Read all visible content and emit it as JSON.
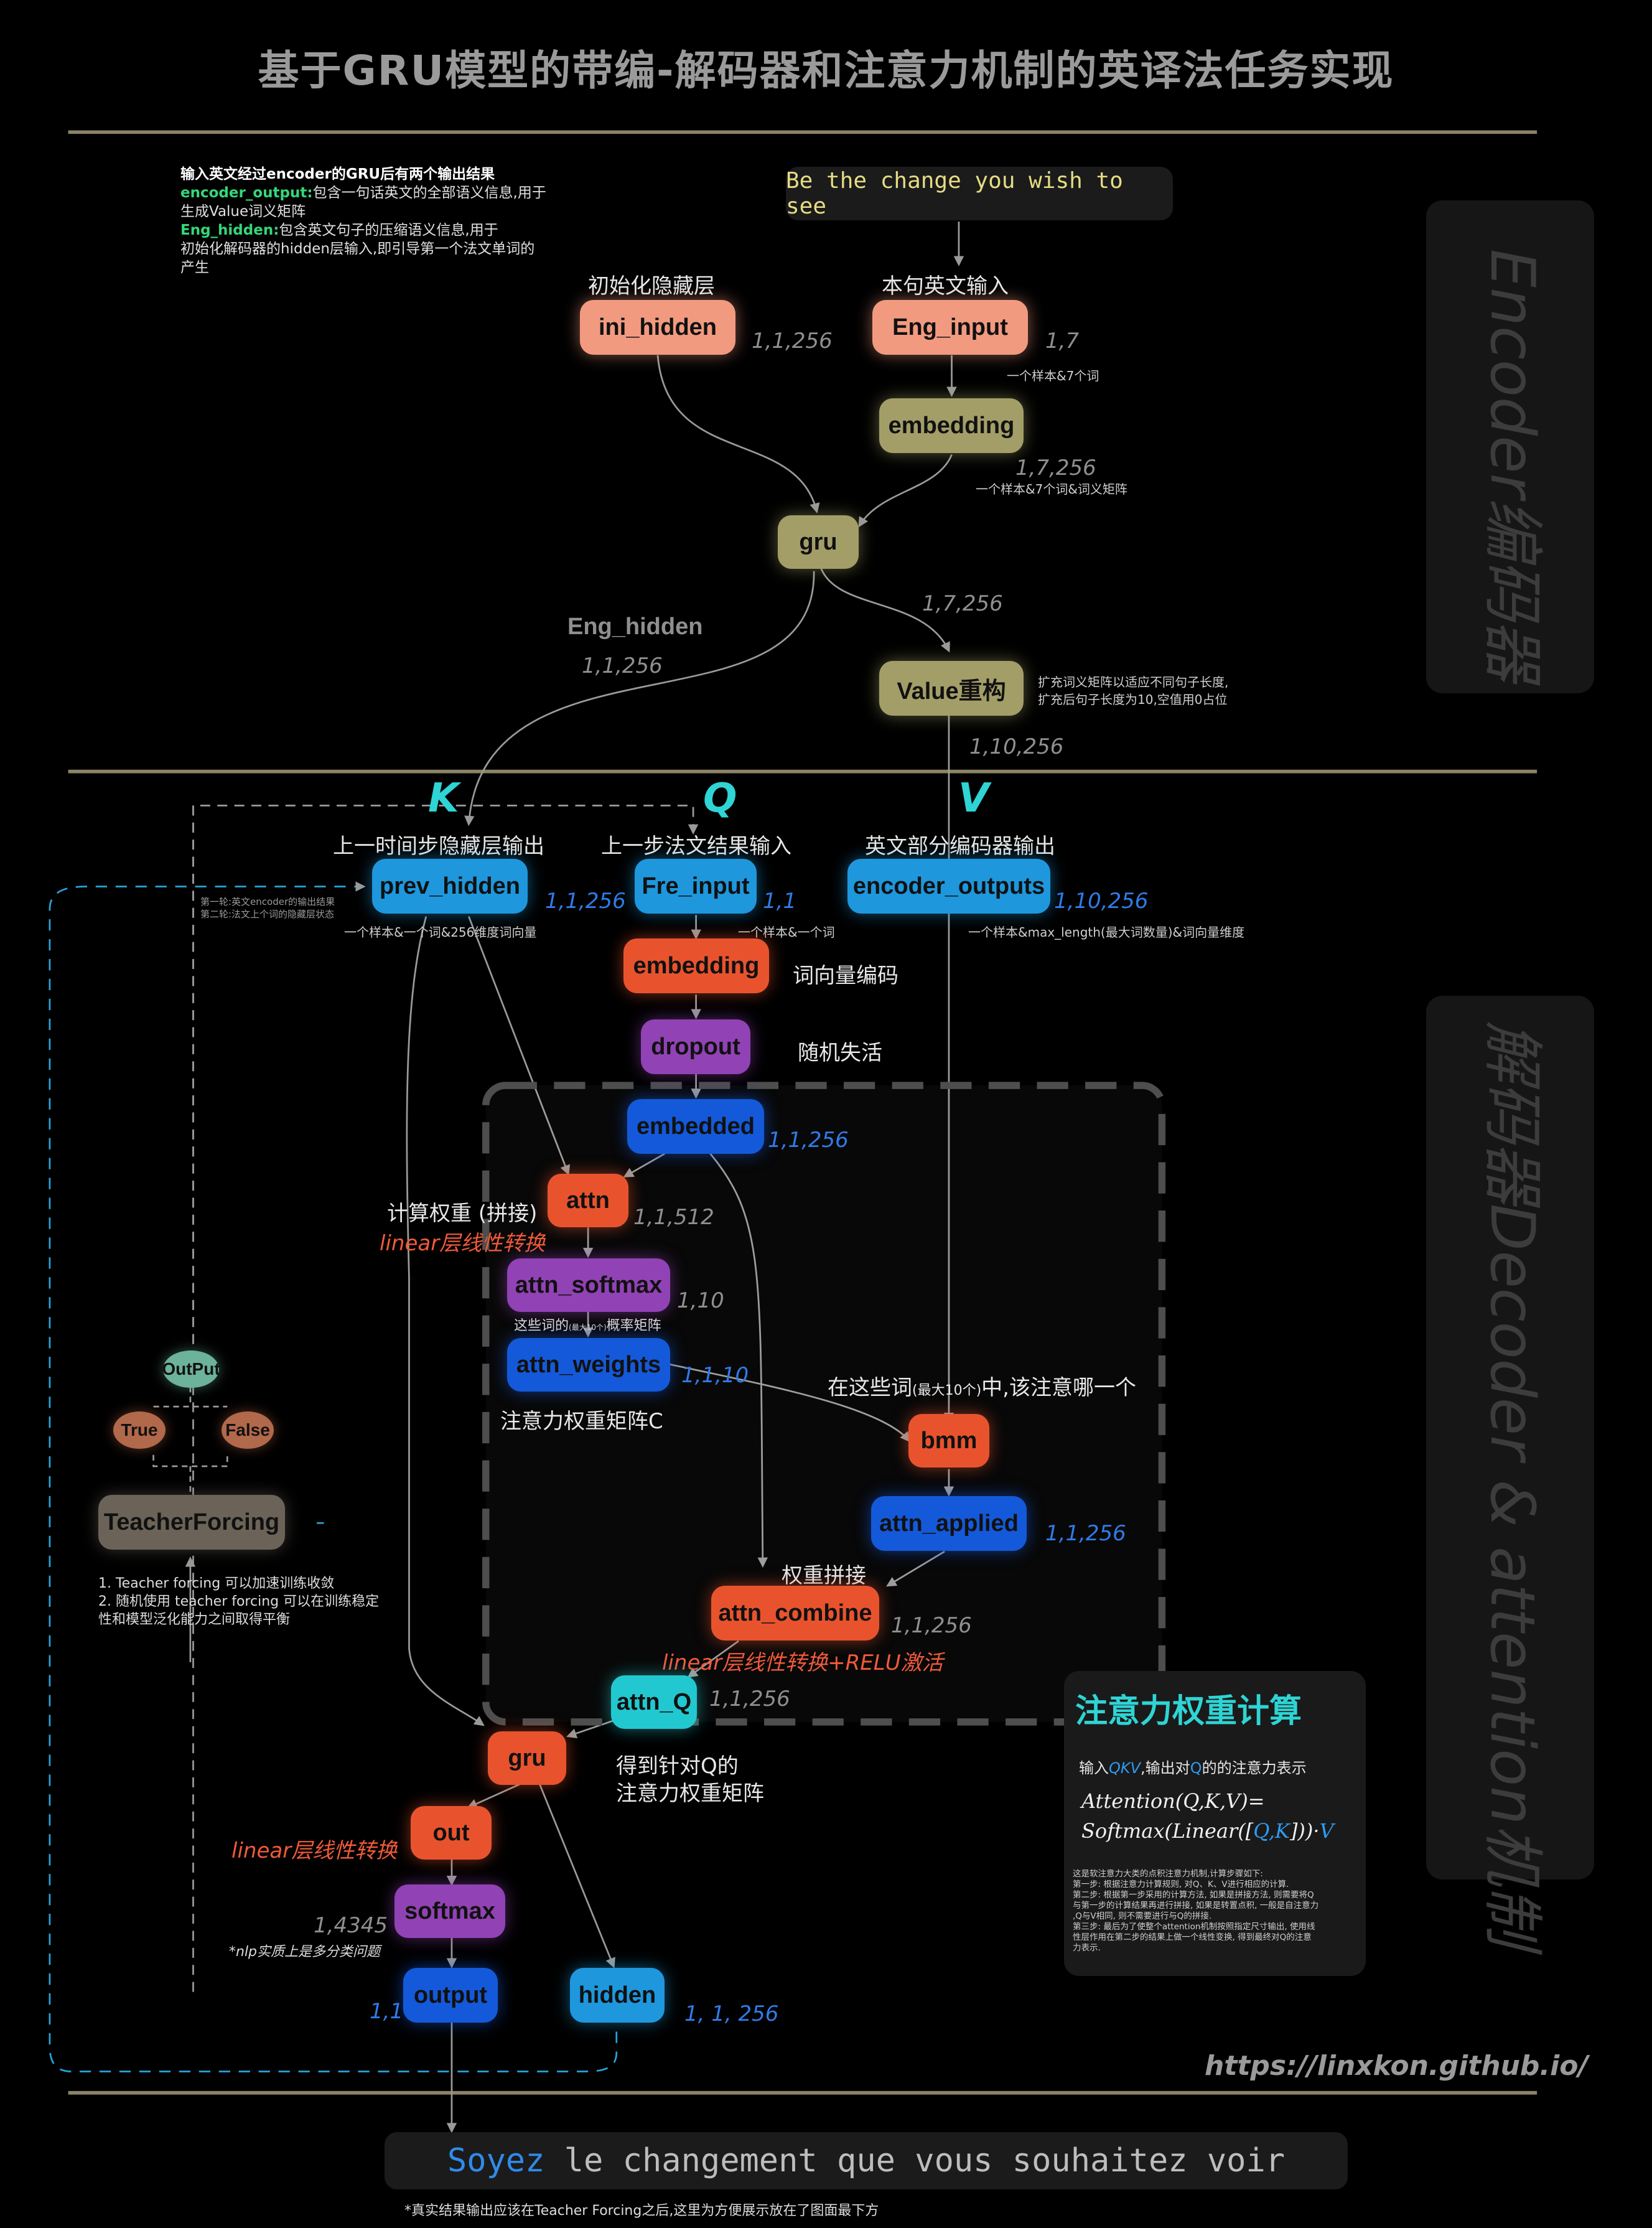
{
  "title": "基于GRU模型的带编-解码器和注意力机制的英译法任务实现",
  "intro": {
    "line1": "输入英文经过encoder的GRU后有两个输出结果",
    "enc_key": "encoder_output:",
    "enc_desc1": "包含一句话英文的全部语义信息,用于",
    "enc_desc2": "生成Value词义矩阵",
    "hid_key": "Eng_hidden:",
    "hid_desc1": "包含英文句子的压缩语义信息,用于",
    "hid_desc2": "初始化解码器的hidden层输入,即引导第一个法文单词的",
    "hid_desc3": "产生"
  },
  "source_sentence": "Be the change you wish to see",
  "side_labels": {
    "encoder": "Encoder编码器",
    "decoder": "解码器Decoder & attention机制"
  },
  "encoder": {
    "ini_hidden": {
      "caption": "初始化隐藏层",
      "label": "ini_hidden",
      "shape": "1,1,256"
    },
    "eng_input": {
      "caption": "本句英文输入",
      "label": "Eng_input",
      "shape": "1,7",
      "note": "一个样本&7个词"
    },
    "embedding": {
      "label": "embedding",
      "shape": "1,7,256",
      "note": "一个样本&7个词&词义矩阵"
    },
    "gru": {
      "label": "gru",
      "out_shape": "1,7,256"
    },
    "eng_hidden": {
      "label": "Eng_hidden",
      "shape": "1,1,256"
    },
    "value": {
      "label": "Value重构",
      "note1": "扩充词义矩阵以适应不同句子长度,",
      "note2": "扩充后句子长度为10,空值用0占位",
      "shape": "1,10,256"
    }
  },
  "kqv": {
    "k": "K",
    "q": "Q",
    "v": "V"
  },
  "decoder": {
    "prev_hidden": {
      "caption": "上一时间步隐藏层输出",
      "label": "prev_hidden",
      "shape": "1,1,256",
      "note": "一个样本&一个词&256维度词向量",
      "round1": "第一轮:英文encoder的输出结果",
      "round2": "第二轮:法文上个词的隐藏层状态"
    },
    "fre_input": {
      "caption": "上一步法文结果输入",
      "label": "Fre_input",
      "shape": "1,1",
      "note": "一个样本&一个词"
    },
    "encoder_outputs": {
      "caption": "英文部分编码器输出",
      "label": "encoder_outputs",
      "shape": "1,10,256",
      "note": "一个样本&max_length(最大词数量)&词向量维度"
    },
    "embedding": {
      "label": "embedding",
      "note": "词向量编码"
    },
    "dropout": {
      "label": "dropout",
      "note": "随机失活"
    },
    "embedded": {
      "label": "embedded",
      "shape": "1,1,256"
    },
    "attn": {
      "label": "attn",
      "shape": "1,1,512",
      "note1": "计算权重 (拼接)",
      "note2": "linear层线性转换"
    },
    "attn_softmax": {
      "label": "attn_softmax",
      "shape": "1,10",
      "note_a": "这些词的",
      "note_b": "(最大10个)",
      "note_c": "概率矩阵"
    },
    "attn_weights": {
      "label": "attn_weights",
      "shape": "1,1,10",
      "note": "注意力权重矩阵C"
    },
    "bmm": {
      "label": "bmm",
      "note_a": "在这些词",
      "note_b": "(最大10个)",
      "note_c": "中,该注意哪一个"
    },
    "attn_applied": {
      "label": "attn_applied",
      "shape": "1,1,256"
    },
    "attn_combine": {
      "label": "attn_combine",
      "shape": "1,1,256",
      "note_top": "权重拼接",
      "note_bottom": "linear层线性转换+RELU激活"
    },
    "attn_q": {
      "label": "attn_Q",
      "shape": "1,1,256"
    },
    "gru": {
      "label": "gru",
      "note1": "得到针对Q的",
      "note2": "注意力权重矩阵"
    },
    "out": {
      "label": "out",
      "note": "linear层线性转换"
    },
    "softmax": {
      "label": "softmax",
      "shape": "1,4345",
      "note": "*nlp实质上是多分类问题"
    },
    "output": {
      "label": "output",
      "shape": "1,1"
    },
    "hidden": {
      "label": "hidden",
      "shape": "1, 1, 256"
    }
  },
  "teacher": {
    "output": "OutPut",
    "true": "True",
    "false": "False",
    "label": "TeacherForcing",
    "note1": "1. Teacher forcing 可以加速训练收敛",
    "note2": "2. 随机使用 teacher forcing 可以在训练稳定",
    "note3": "性和模型泛化能力之间取得平衡"
  },
  "attn_card": {
    "title": "注意力权重计算",
    "line_pre": "输入",
    "line_qkv": "QKV",
    "line_mid": ",输出对",
    "line_q": "Q",
    "line_post": "的的注意力表示",
    "formula1": "Attention(Q,K,V)=",
    "formula2_a": "Softmax(Linear([",
    "formula2_b": "Q,K",
    "formula2_c": "]))·",
    "formula2_d": "V",
    "desc1": "这是软注意力大类的点积注意力机制,计算步骤如下:",
    "desc2": "第一步: 根据注意力计算规则, 对Q、K、V进行相应的计算.",
    "desc3": "第二步: 根据第一步采用的计算方法, 如果是拼接方法, 则需要将Q",
    "desc4": "与第一步的计算结果再进行拼接, 如果是转置点积, 一般是自注意力",
    "desc5": ",Q与V相同, 则不需要进行与Q的拼接.",
    "desc6": "第三步: 最后为了使整个attention机制按照指定尺寸输出, 使用线",
    "desc7": "性层作用在第二步的结果上做一个线性变换, 得到最终对Q的注意",
    "desc8": "力表示."
  },
  "url": "https://linxkon.github.io/",
  "target_sentence": {
    "first": "Soyez",
    "rest": " le changement que vous souhaitez voir"
  },
  "footnote": "*真实结果输出应该在Teacher Forcing之后,这里为方便展示放在了图面最下方",
  "colors": {
    "accent_cyan": "#2fd4d4",
    "accent_blue": "#2f7be8",
    "accent_orange": "#f05a3a",
    "accent_green": "#36d67a",
    "rule": "#8c8466"
  }
}
